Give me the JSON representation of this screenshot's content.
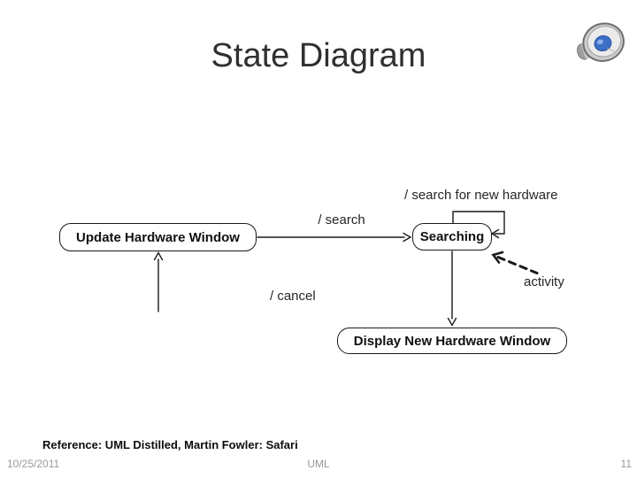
{
  "slide": {
    "title": "State Diagram",
    "footer": {
      "reference": "Reference: UML Distilled, Martin Fowler: Safari",
      "date": "10/25/2011",
      "course": "UML",
      "page_number": "11"
    }
  },
  "diagram": {
    "states": [
      {
        "label": "Update Hardware Window"
      },
      {
        "label": "Searching"
      },
      {
        "label": "Display New Hardware Window"
      }
    ],
    "transitions": [
      {
        "label": "/ search"
      },
      {
        "label": "/ search for new hardware"
      },
      {
        "label": "/ cancel"
      },
      {
        "label": "activity"
      }
    ]
  },
  "icons": {
    "audio": "speaker-icon"
  },
  "colors": {
    "line": "#1a1a1a",
    "title": "#303030",
    "footer_gray": "#999999",
    "speaker_blue": "#3d6fc6"
  }
}
